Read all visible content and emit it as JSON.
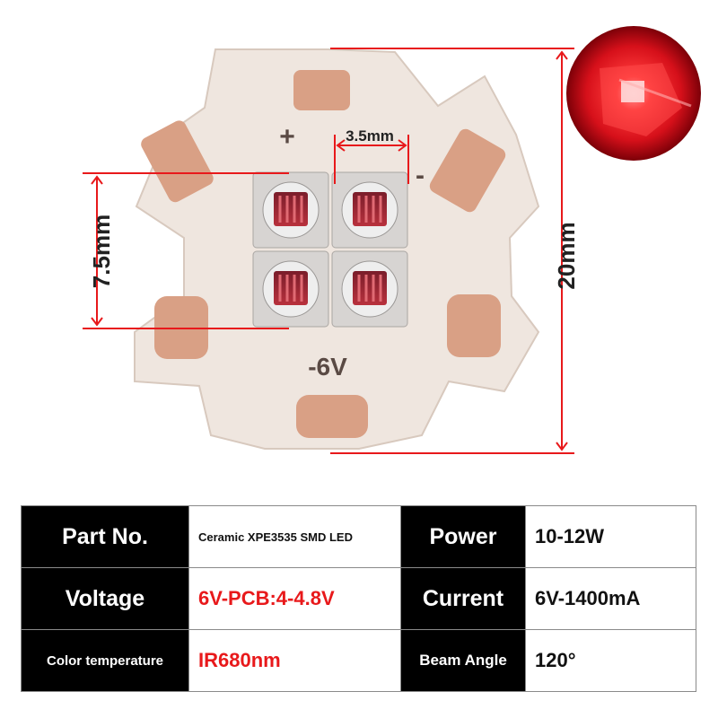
{
  "dimensions": {
    "pitch": "3.5mm",
    "array_height": "7.5mm",
    "board_diameter": "20mm",
    "dim_color": "#e8191b"
  },
  "board": {
    "plus_mark": "+",
    "minus_mark": "-",
    "voltage_mark": "-6V",
    "substrate_color": "#f3ece6",
    "pad_color": "#d9a085"
  },
  "specs": {
    "rows": [
      [
        {
          "text": "Part No.",
          "role": "header"
        },
        {
          "text": "Ceramic XPE3535 SMD LED",
          "role": "value"
        },
        {
          "text": "Power",
          "role": "header"
        },
        {
          "text": "10-12W",
          "role": "value"
        }
      ],
      [
        {
          "text": "Voltage",
          "role": "header"
        },
        {
          "text": "6V-PCB:4-4.8V",
          "role": "value-red"
        },
        {
          "text": "Current",
          "role": "header"
        },
        {
          "text": "6V-1400mA",
          "role": "value"
        }
      ],
      [
        {
          "text": "Color temperature",
          "role": "header"
        },
        {
          "text": "IR680nm",
          "role": "value-red"
        },
        {
          "text": "Beam Angle",
          "role": "header"
        },
        {
          "text": "120°",
          "role": "value"
        }
      ]
    ],
    "header_bg": "#000000",
    "accent_red": "#e8191b"
  }
}
